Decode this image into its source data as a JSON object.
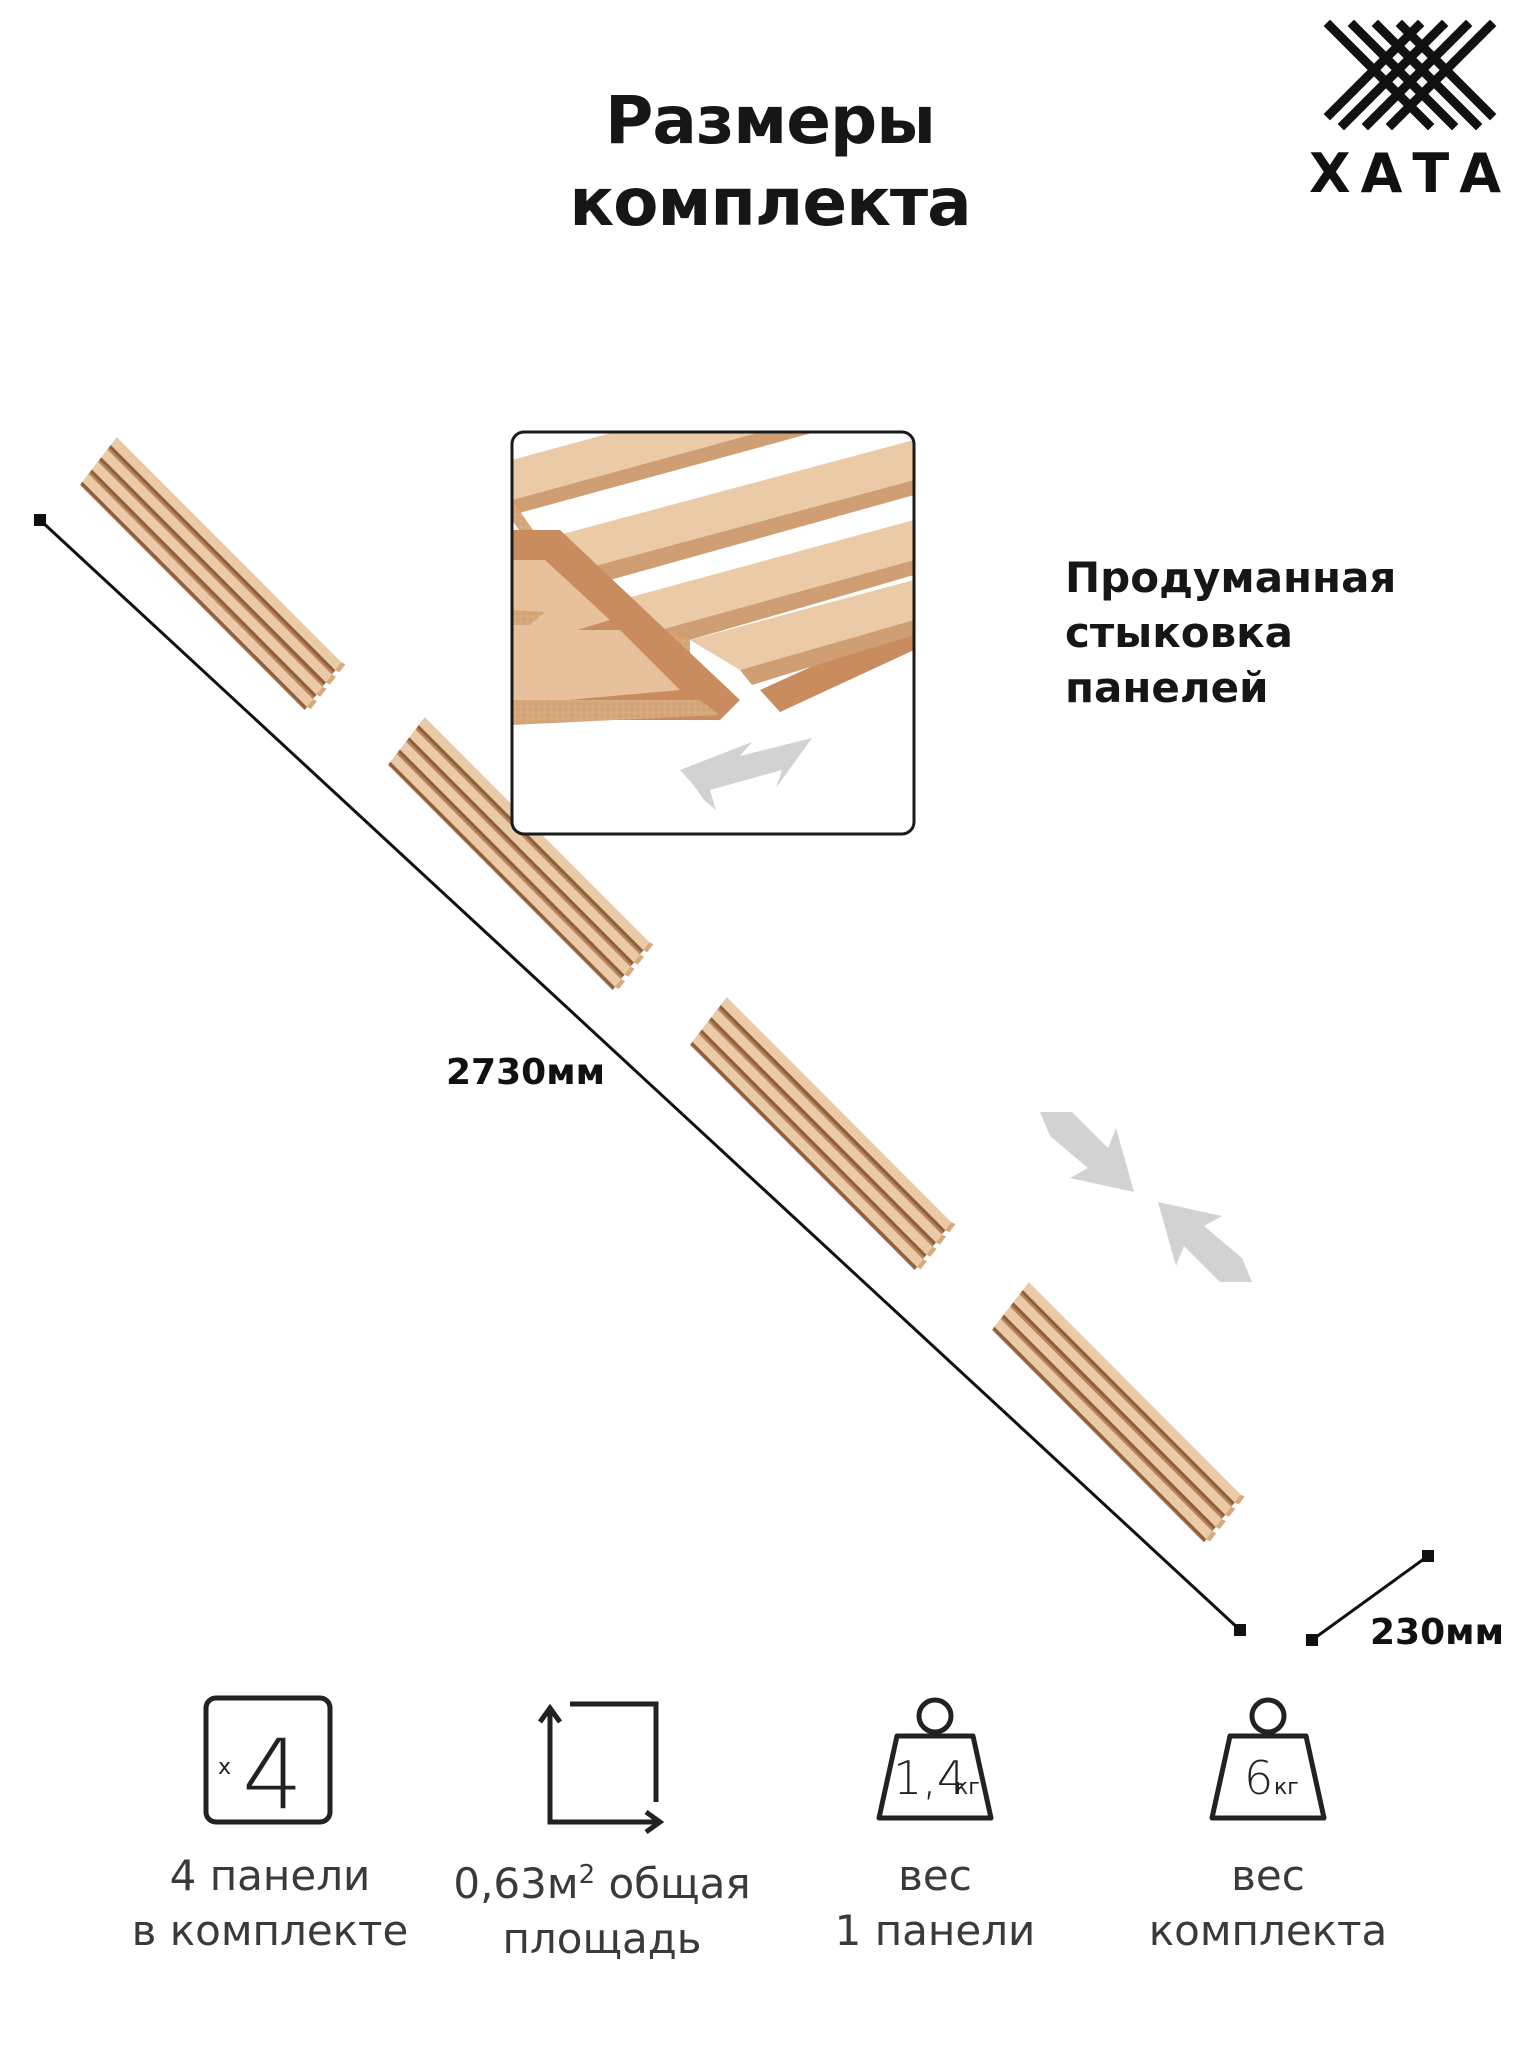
{
  "header": {
    "title_line1": "Размеры",
    "title_line2": "комплекта"
  },
  "logo": {
    "text": "ХАТА",
    "icon": "crossed-lines-logo-icon"
  },
  "joint": {
    "line1": "Продуманная",
    "line2": "стыковка",
    "line3": "панелей"
  },
  "dimensions": {
    "length": "2730мм",
    "width": "230мм"
  },
  "features": [
    {
      "icon": "count-box-icon",
      "icon_prefix": "x",
      "icon_value": "4",
      "line1": "4 панели",
      "line2": "в комплекте"
    },
    {
      "icon": "area-corner-icon",
      "line1_a": "0,63м",
      "line1_sup": "2",
      "line1_b": " общая",
      "line2": "площадь"
    },
    {
      "icon": "weight-icon",
      "icon_value": "1,4",
      "icon_unit": "кг",
      "line1": "вес",
      "line2": "1 панели"
    },
    {
      "icon": "weight-icon",
      "icon_value": "6",
      "icon_unit": "кг",
      "line1": "вес",
      "line2": "комплекта"
    }
  ],
  "colors": {
    "wood_light": "#EBCBA7",
    "wood_mid": "#D7A97D",
    "wood_dark": "#B9845B",
    "wood_groove": "#8E5F3C",
    "arrow_gray": "#D2D2D2",
    "text": "#161616"
  }
}
